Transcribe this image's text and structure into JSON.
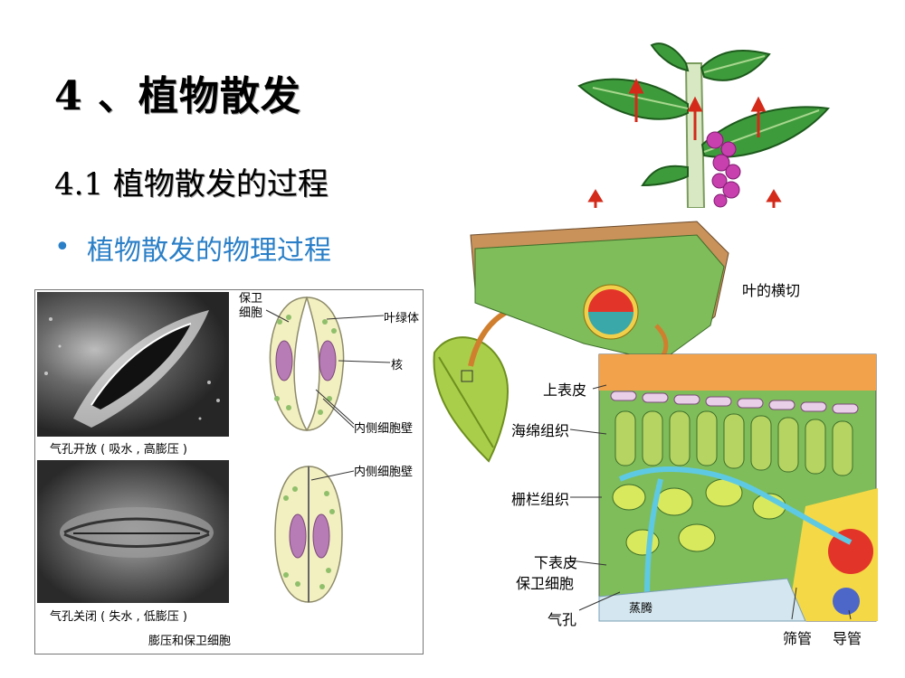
{
  "slide": {
    "title": "4 、植物散发",
    "subtitle": "4.1  植物散发的过程",
    "bullet": "植物散发的物理过程"
  },
  "stomata_figure": {
    "caption_open": "气孔开放 ( 吸水 , 高膨压 )",
    "caption_closed": "气孔关闭 ( 失水 , 低膨压 )",
    "caption_bottom": "膨压和保卫细胞",
    "label_guard_cell": "保卫细胞",
    "label_chloroplast": "叶绿体",
    "label_nucleus": "核",
    "label_inner_wall_1": "内侧细胞壁",
    "label_inner_wall_2": "内侧细胞壁"
  },
  "leaf_figure": {
    "label_cross_section": "叶的横切",
    "label_upper_epidermis": "上表皮",
    "label_spongy": "海绵组织",
    "label_palisade": "栅栏组织",
    "label_lower_epidermis": "下表皮",
    "label_guard_cell": "保卫细胞",
    "label_stoma": "气孔",
    "label_transpiration": "蒸腾",
    "label_sieve_tube": "筛管",
    "label_vessel": "导管"
  },
  "colors": {
    "bullet": "#2a7fc7",
    "leaf_green": "#3e9b3c",
    "cell_yellow": "#f2efc0",
    "nucleus_purple": "#b77bb6",
    "arrow_red": "#d42a1a"
  }
}
